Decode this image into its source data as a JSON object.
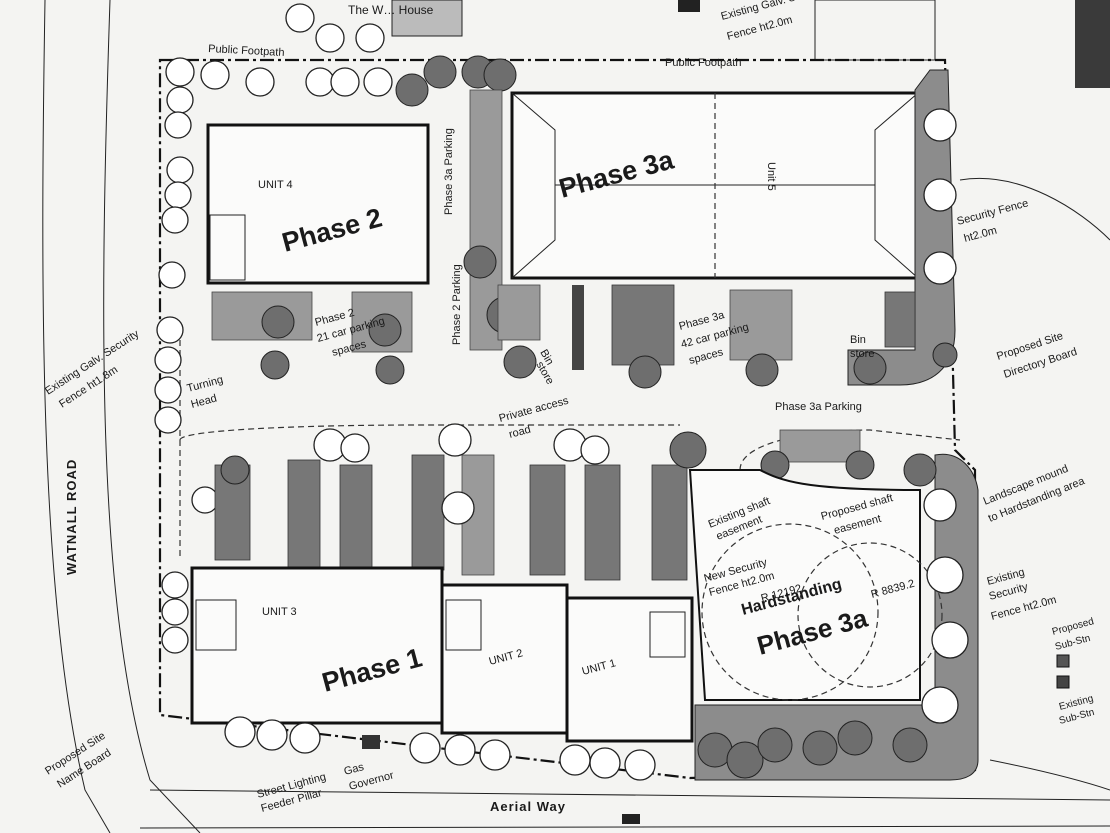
{
  "labels": {
    "wh_house": "The W… House",
    "public_footpath_top": "Public Footpath",
    "public_footpath_top2": "Public Footpath",
    "existing_fence_top": "Existing Galv. S…",
    "existing_fence_top2": "Fence ht2.0m",
    "unit4": "UNIT 4",
    "phase2": "Phase 2",
    "phase3a_parking_v": "Phase 3a Parking",
    "phase3a_top": "Phase 3a",
    "unit5": "Unit 5",
    "security_fence": "Security Fence",
    "security_fence2": "ht2.0m",
    "phase2_parking_v": "Phase 2 Parking",
    "phase2_spaces_1": "Phase 2",
    "phase2_spaces_2": "21 car parking",
    "phase2_spaces_3": "spaces",
    "bin_store_1": "Bin",
    "bin_store_1b": "store",
    "phase3a_spaces_1": "Phase 3a",
    "phase3a_spaces_2": "42 car parking",
    "phase3a_spaces_3": "spaces",
    "bin_store_2": "Bin",
    "bin_store_2b": "store",
    "proposed_directory_1": "Proposed Site",
    "proposed_directory_2": "Directory Board",
    "existing_galv_1": "Existing Galv. Security",
    "existing_galv_2": "Fence ht1.8m",
    "turning_head_1": "Turning",
    "turning_head_2": "Head",
    "private_access_1": "Private access",
    "private_access_2": "road",
    "phase3a_parking_small": "Phase 3a Parking",
    "watnall_road": "WATNALL ROAD",
    "existing_shaft_1": "Existing shaft",
    "existing_shaft_2": "easement",
    "proposed_shaft_1": "Proposed shaft",
    "proposed_shaft_2": "easement",
    "new_security_1": "New Security",
    "new_security_2": "Fence ht2.0m",
    "r_12192": "R 12192",
    "hardstanding": "Hardstanding",
    "phase3a_hard": "Phase 3a",
    "r_8839": "R 8839.2",
    "landscape_1": "Landscape mound",
    "landscape_2": "to Hardstanding area",
    "existing_sec_1": "Existing",
    "existing_sec_2": "Security",
    "existing_sec_3": "Fence ht2.0m",
    "proposed_sub_1": "Proposed",
    "proposed_sub_2": "Sub-Stn",
    "existing_sub_1": "Existing",
    "existing_sub_2": "Sub-Stn",
    "unit3": "UNIT 3",
    "phase1": "Phase 1",
    "unit2": "UNIT 2",
    "unit1": "UNIT 1",
    "proposed_name_1": "Proposed Site",
    "proposed_name_2": "Name Board",
    "street_lighting_1": "Street Lighting",
    "street_lighting_2": "Feeder Pillar",
    "gas_1": "Gas",
    "gas_2": "Governor",
    "aerial_way": "Aerial Way"
  }
}
